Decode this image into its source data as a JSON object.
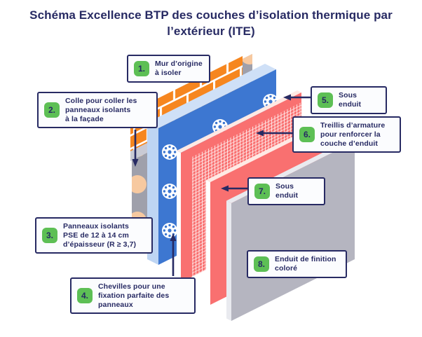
{
  "title": "Schéma Excellence BTP des couches d’isolation thermique par\nl’extérieur (ITE)",
  "labels": [
    {
      "num": "1.",
      "text": "Mur d’origine\nà isoler"
    },
    {
      "num": "2.",
      "text": "Colle pour coller les\npanneaux isolants\nà la façade"
    },
    {
      "num": "3.",
      "text": "Panneaux isolants\nPSE de 12 à 14 cm\nd’épaisseur (R ≥ 3,7)"
    },
    {
      "num": "4.",
      "text": "Chevilles pour une\nfixation parfaite des\npanneaux"
    },
    {
      "num": "5.",
      "text": "Sous enduit"
    },
    {
      "num": "6.",
      "text": "Treillis d’armature\npour renforcer la\ncouche d’enduit"
    },
    {
      "num": "7.",
      "text": "Sous enduit"
    },
    {
      "num": "8.",
      "text": "Enduit de finition\ncoloré"
    }
  ],
  "icons": [
    "cheville-rosette-icon",
    "arrow-icon"
  ],
  "colors": {
    "background": "#ffffff",
    "navy": "#272a63",
    "green": "#5dbf55",
    "box_bg": "#fbfcfe",
    "brick_orange": "#f6861f",
    "brick_mortar": "#ffffff",
    "adhesive_gray": "#9fa0ab",
    "adhesive_top": "#c9cad4",
    "adhesive_dot": "#f7c9a0",
    "insulation_blue": "#3d77d1",
    "insulation_top": "#cfe0f7",
    "insulation_side": "#bed5f3",
    "render_red": "#f97070",
    "render_top": "#ffe9e4",
    "render_side": "#ffffff",
    "mesh_white": "#ffffff",
    "finish_gray": "#b5b5c0",
    "finish_edge": "#e9eaef",
    "cheville_white": "#ffffff"
  }
}
